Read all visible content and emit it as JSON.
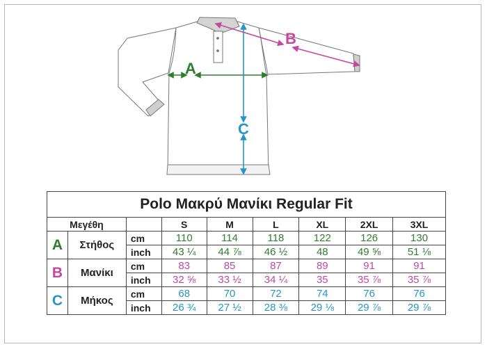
{
  "diagram": {
    "labels": {
      "A": "A",
      "B": "B",
      "C": "C"
    },
    "colors": {
      "A": "#2f7d2f",
      "B": "#c447a0",
      "C": "#2597c4"
    }
  },
  "table": {
    "title": "Polo Μακρύ Μανίκι Regular Fit",
    "size_header": "Μεγέθη",
    "sizes": [
      "S",
      "M",
      "L",
      "XL",
      "2XL",
      "3XL"
    ],
    "rows": [
      {
        "letter": "A",
        "name": "Στήθος",
        "cm_label": "cm",
        "inch_label": "inch",
        "cm": [
          "110",
          "114",
          "118",
          "122",
          "126",
          "130"
        ],
        "inch": [
          "43 ¼",
          "44 ⅞",
          "46 ½",
          "48",
          "49 ⅝",
          "51 ⅛"
        ]
      },
      {
        "letter": "B",
        "name": "Μανίκι",
        "cm_label": "cm",
        "inch_label": "inch",
        "cm": [
          "83",
          "85",
          "87",
          "89",
          "91",
          "91"
        ],
        "inch": [
          "32 ⅝",
          "33 ½",
          "34 ¼",
          "35",
          "35 ⅞",
          "35 ⅞"
        ]
      },
      {
        "letter": "C",
        "name": "Μήκος",
        "cm_label": "cm",
        "inch_label": "inch",
        "cm": [
          "68",
          "70",
          "72",
          "74",
          "76",
          "76"
        ],
        "inch": [
          "26 ¾",
          "27 ½",
          "28 ⅜",
          "29 ⅛",
          "29 ⅞",
          "29 ⅞"
        ]
      }
    ]
  }
}
